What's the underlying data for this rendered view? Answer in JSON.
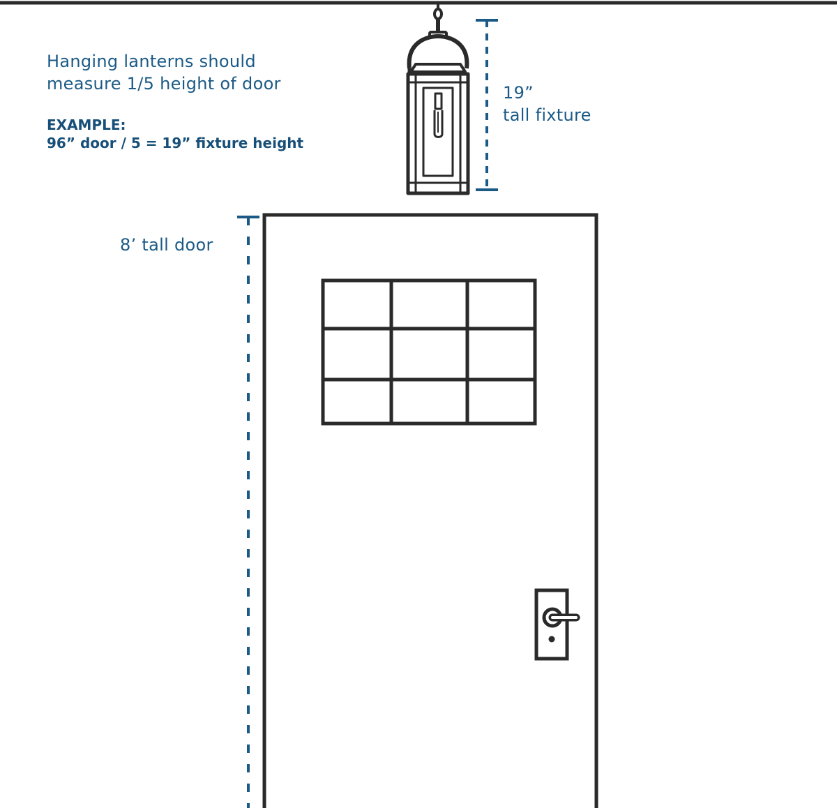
{
  "guideline": {
    "line1": "Hanging lanterns should",
    "line2": "measure 1/5 height of door"
  },
  "example": {
    "heading": "EXAMPLE:",
    "formula": "96” door / 5 = 19” fixture height"
  },
  "fixture_dimension": {
    "value": "19”",
    "label": "tall fixture"
  },
  "door_dimension": {
    "label": "8’ tall door"
  },
  "colors": {
    "dimension": "#1b5a86",
    "outline": "#2a2a2a"
  },
  "icons": [
    "hanging-lantern-icon",
    "door-icon",
    "door-handle-icon"
  ]
}
